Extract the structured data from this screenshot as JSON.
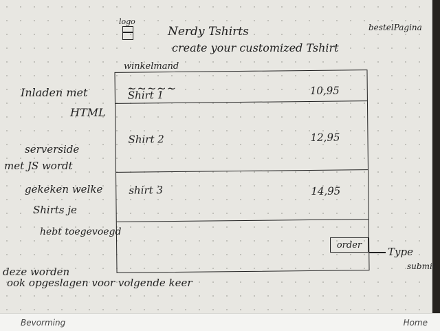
{
  "header": {
    "logo_label": "logo",
    "brand": "Nerdy Tshirts",
    "tagline": "create your customized Tshirt",
    "page_label": "bestelPagina"
  },
  "cart": {
    "title": "winkelmand",
    "squiggle": "~~~~~",
    "items": [
      {
        "name": "Shirt 1",
        "price": "10,95"
      },
      {
        "name": "Shirt 2",
        "price": "12,95"
      },
      {
        "name": "shirt 3",
        "price": "14,95"
      }
    ],
    "order_label": "order"
  },
  "notes": {
    "left_1": "Inladen met",
    "left_2": "HTML",
    "left_3": "serverside",
    "left_4": "met JS wordt",
    "left_5": "gekeken welke",
    "left_6": "Shirts je",
    "left_7": "hebt toegevoegd",
    "bottom_1": "deze worden",
    "bottom_2": "ook opgeslagen voor volgende keer",
    "type_1": "Type",
    "type_2": "submit"
  },
  "bottom_strip": {
    "left": "Bevorming",
    "right": "Home"
  }
}
